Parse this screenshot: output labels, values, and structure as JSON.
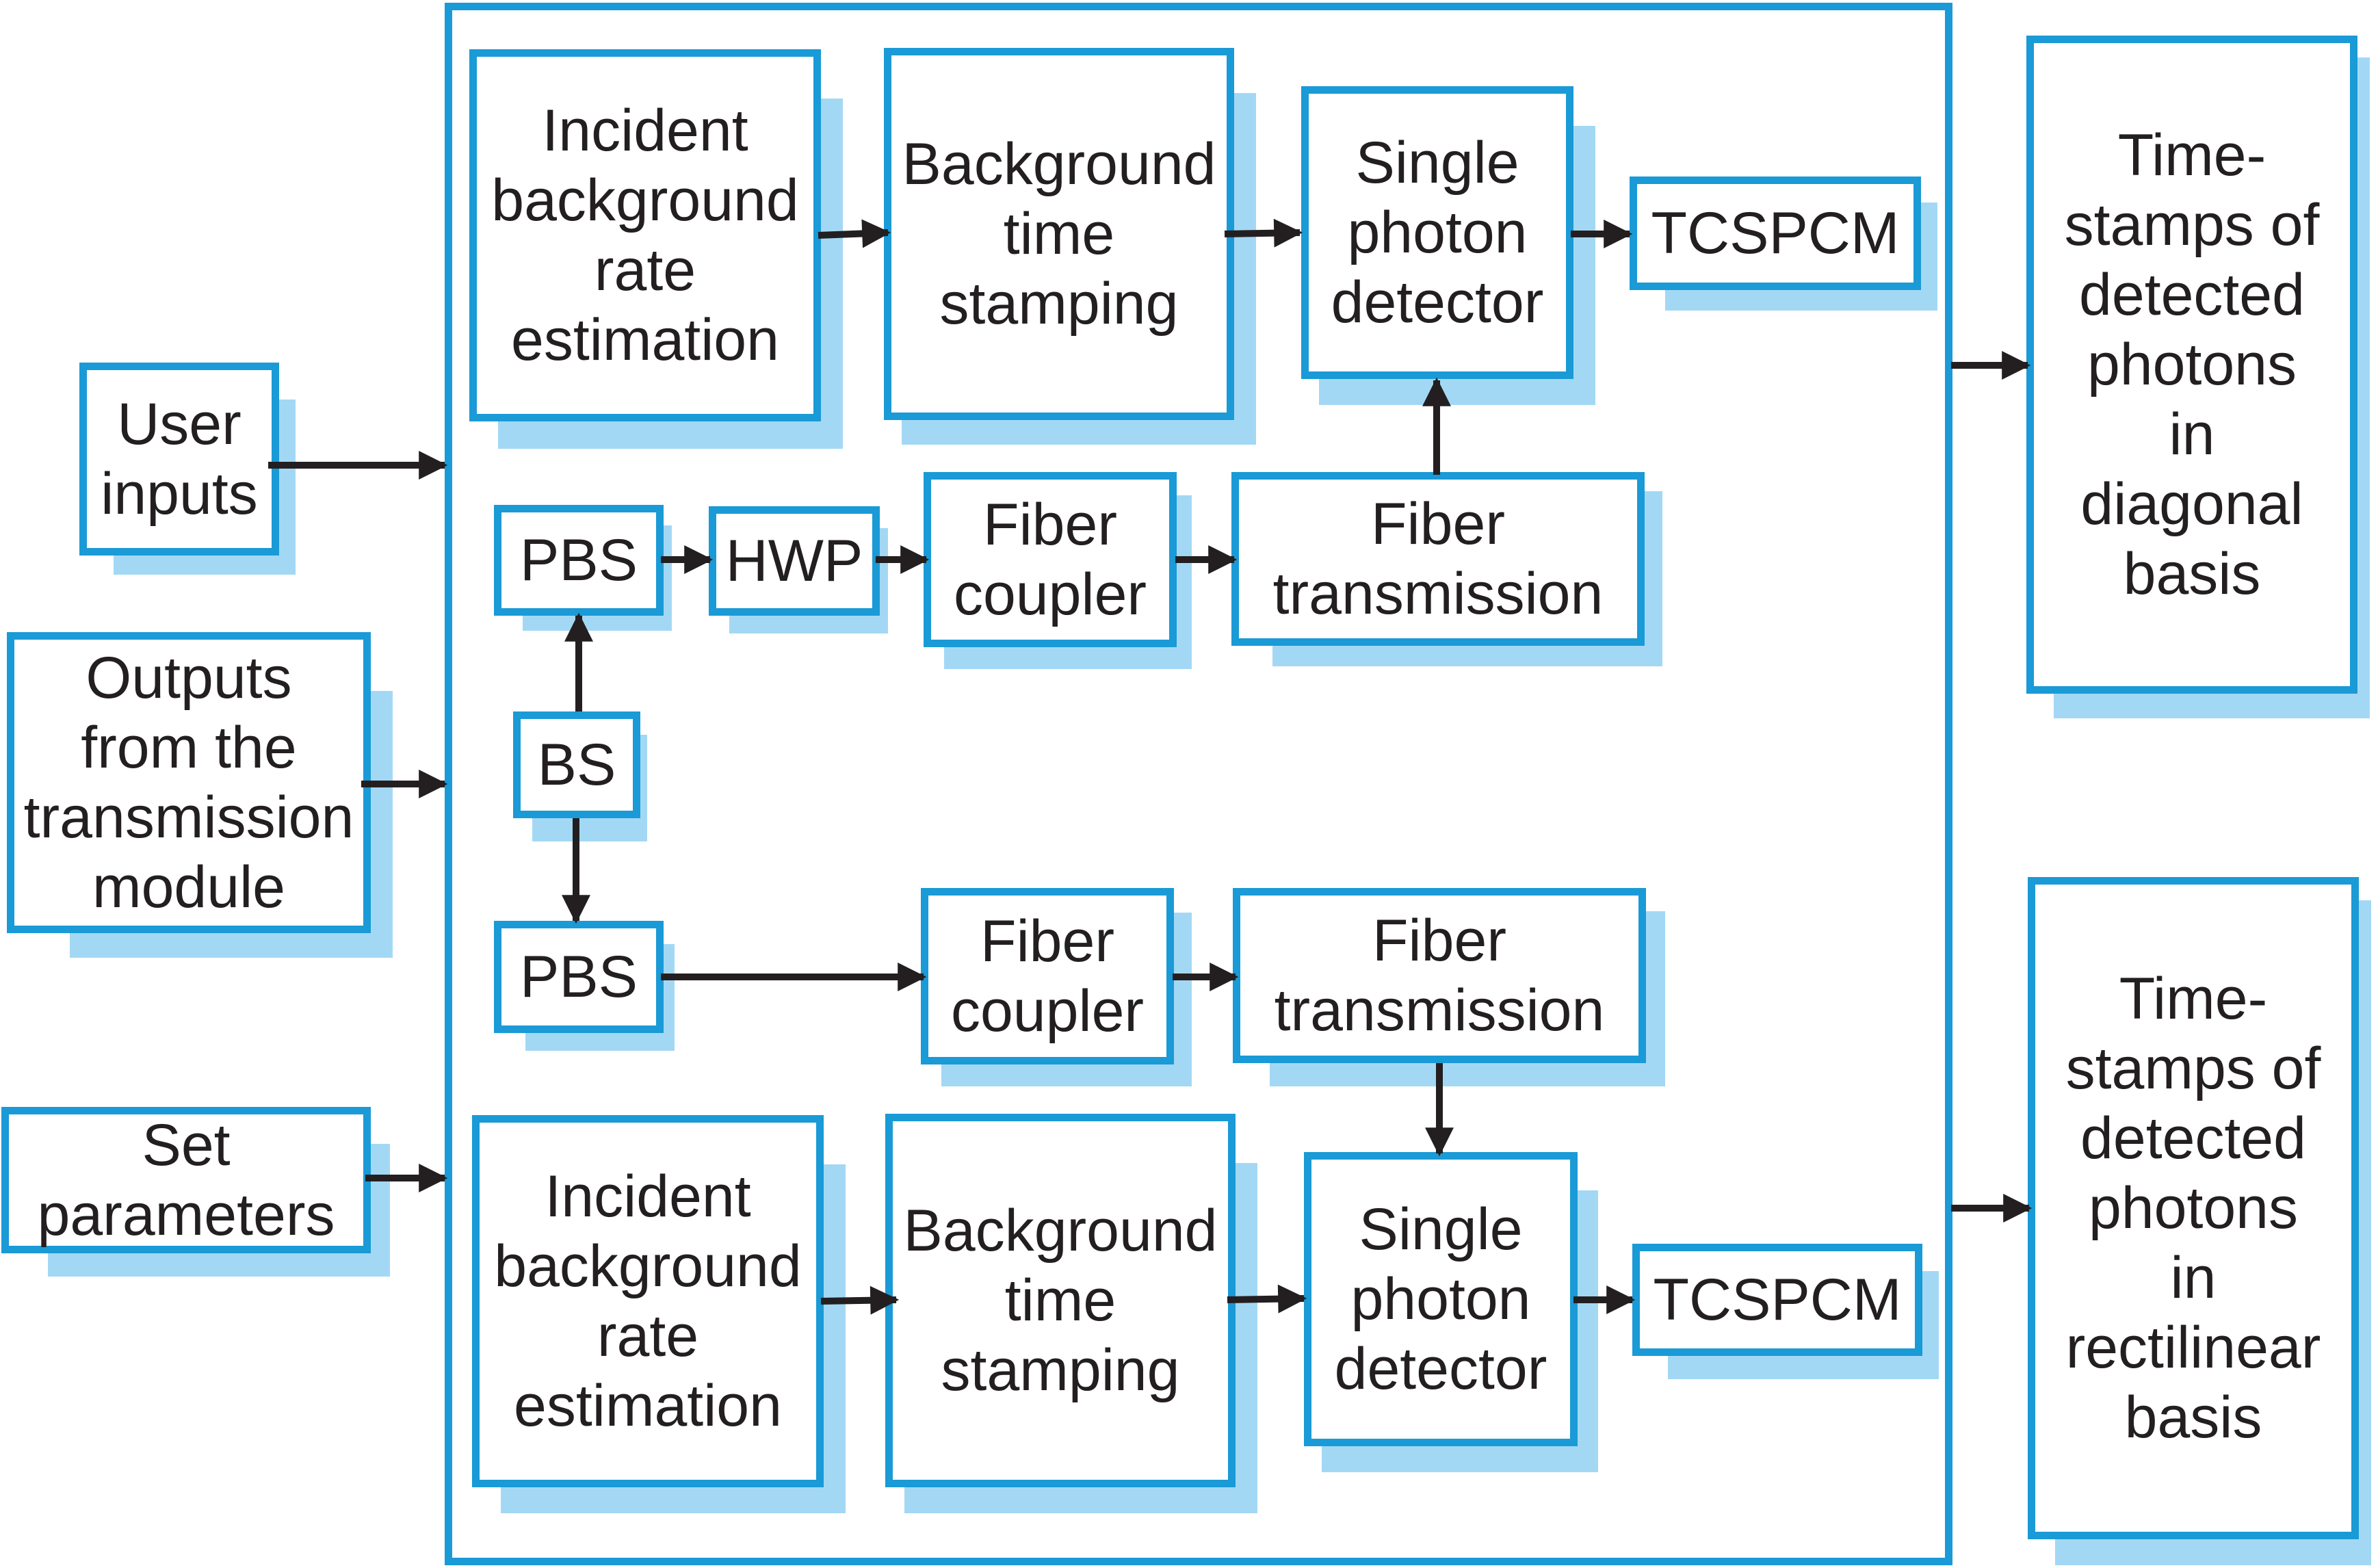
{
  "colors": {
    "border": "#1a9ad6",
    "shadow": "#a3d8f5",
    "text": "#231f20",
    "arrow": "#231f20"
  },
  "inputs": {
    "user_inputs": "User\ninputs",
    "outputs_from_transmission": "Outputs\nfrom the\ntransmission\nmodule",
    "set_parameters": "Set\nparameters"
  },
  "diagonal": {
    "rate_estimation": "Incident\nbackground\nrate\nestimation",
    "time_stamping": "Background\ntime\nstamping",
    "detector": "Single\nphoton\ndetector",
    "tcspcm": "TCSPCM",
    "pbs": "PBS",
    "hwp": "HWP",
    "fiber_coupler": "Fiber\ncoupler",
    "fiber_transmission": "Fiber\ntransmission"
  },
  "beam_splitter": "BS",
  "rectilinear": {
    "pbs": "PBS",
    "fiber_coupler": "Fiber\ncoupler",
    "fiber_transmission": "Fiber\ntransmission",
    "rate_estimation": "Incident\nbackground\nrate\nestimation",
    "time_stamping": "Background\ntime\nstamping",
    "detector": "Single\nphoton\ndetector",
    "tcspcm": "TCSPCM"
  },
  "outputs": {
    "diagonal_timestamps": "Time-\nstamps of\ndetected\nphotons\nin\ndiagonal\nbasis",
    "rectilinear_timestamps": "Time-\nstamps of\ndetected\nphotons\nin\nrectilinear\nbasis"
  }
}
